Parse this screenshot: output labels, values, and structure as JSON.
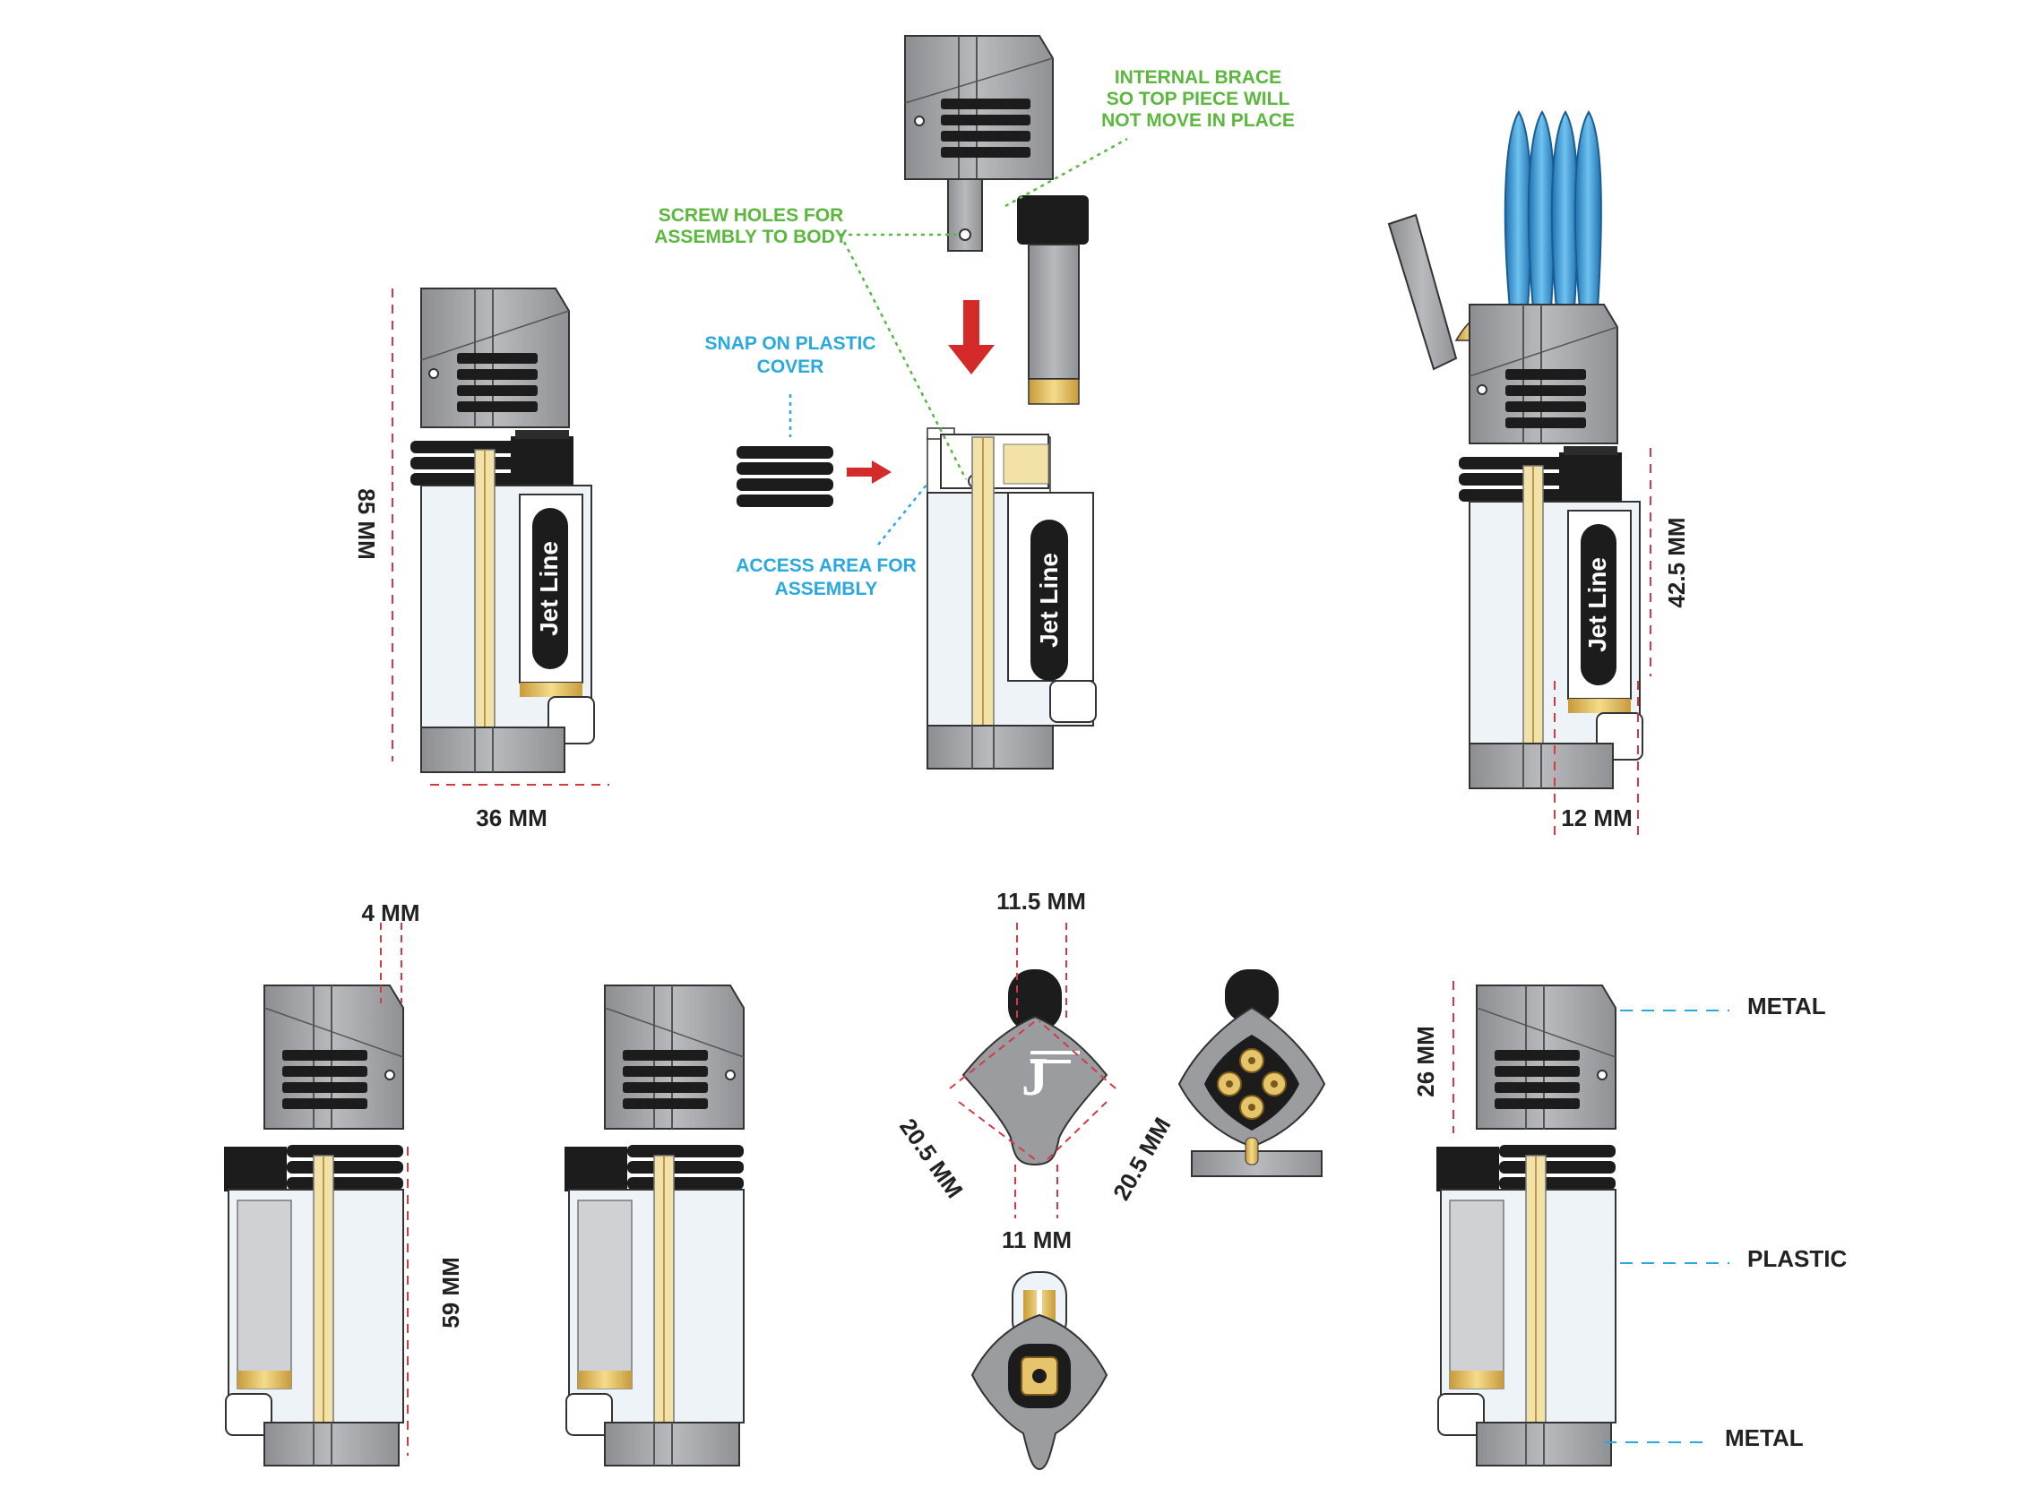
{
  "brand": "Jet Line",
  "colors": {
    "metal": "#a7a8ab",
    "metal_dark": "#7e8084",
    "black": "#1c1c1c",
    "plastic": "#eef3f8",
    "brass": "#e6c46a",
    "flame": "#2c8fd2",
    "dim_line": "#d23a44",
    "callout_green": "#5bb73e",
    "callout_cyan": "#29a9df",
    "arrow_red": "#d42a2a"
  },
  "dimensions": {
    "height": "85 MM",
    "width": "36 MM",
    "refill_height": "42.5 MM",
    "refill_width": "12 MM",
    "cap_offset": "4 MM",
    "body_height": "59 MM",
    "top_width": "11.5 MM",
    "diag_left": "20.5 MM",
    "diag_right": "20.5 MM",
    "bottom_width": "11 MM",
    "head_height": "26 MM"
  },
  "callouts": {
    "internal_brace": [
      "INTERNAL BRACE",
      "SO TOP PIECE WILL",
      "NOT MOVE IN PLACE"
    ],
    "screw_holes": [
      "SCREW HOLES FOR",
      "ASSEMBLY TO BODY"
    ],
    "snap_cover": [
      "SNAP ON PLASTIC",
      "COVER"
    ],
    "access_area": [
      "ACCESS AREA FOR",
      "ASSEMBLY"
    ]
  },
  "materials": {
    "top": "METAL",
    "middle": "PLASTIC",
    "bottom": "METAL"
  }
}
